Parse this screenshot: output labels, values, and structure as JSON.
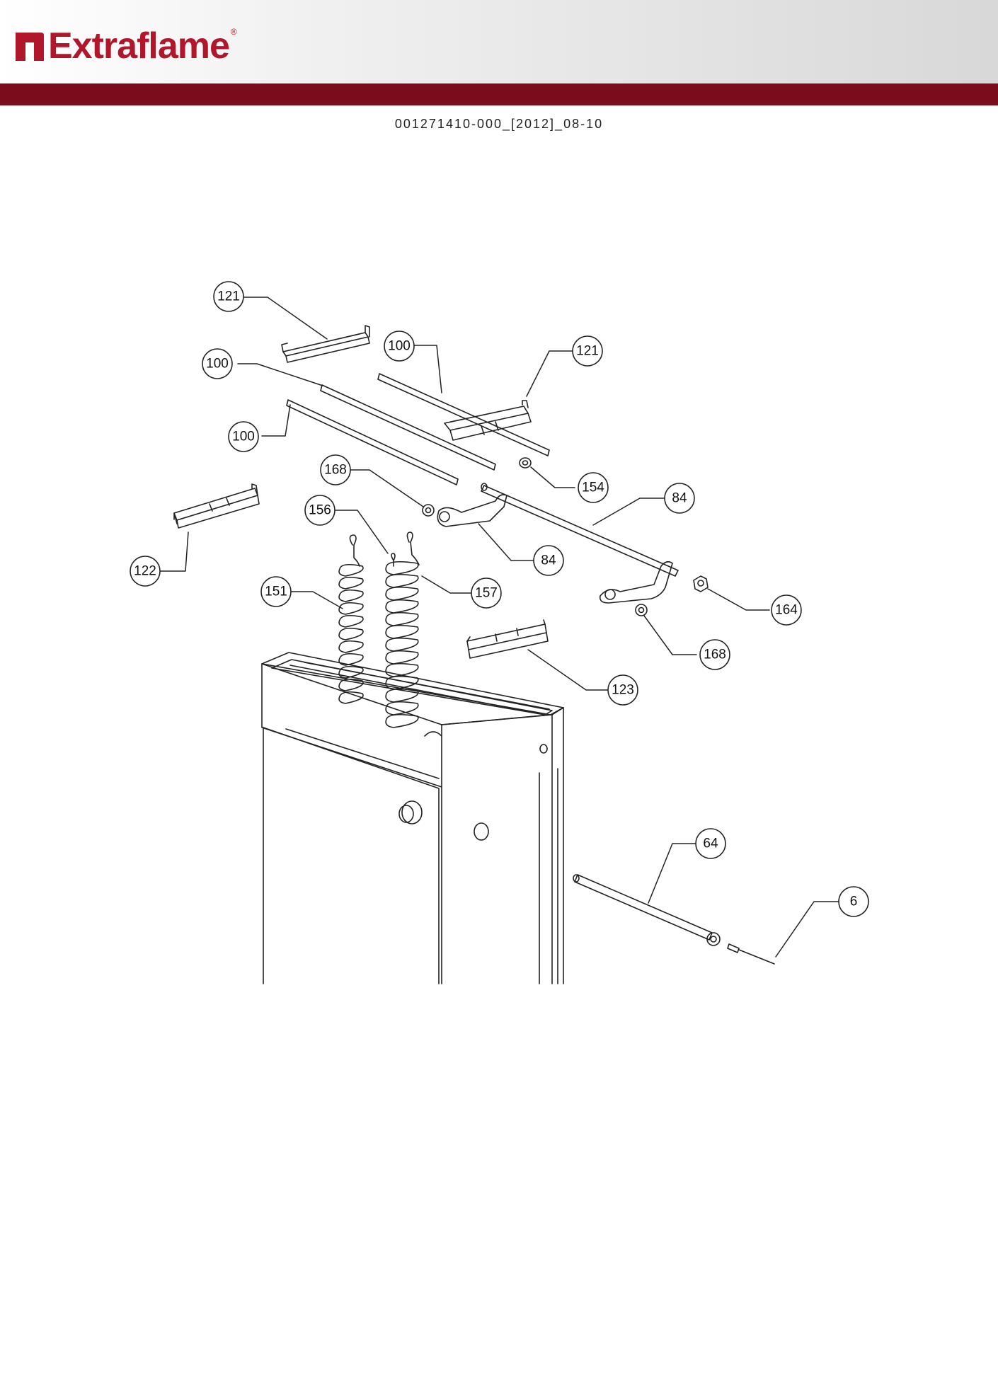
{
  "brand": {
    "name": "Extraflame",
    "registered_mark": "®",
    "accent_color": "#b0172a",
    "bar_color": "#7a0c1c"
  },
  "document": {
    "code": "001271410-000_[2012]_08-10"
  },
  "callouts": [
    {
      "id": "c121a",
      "label": "121"
    },
    {
      "id": "c100a",
      "label": "100"
    },
    {
      "id": "c100b",
      "label": "100"
    },
    {
      "id": "c121b",
      "label": "121"
    },
    {
      "id": "c100c",
      "label": "100"
    },
    {
      "id": "c168a",
      "label": "168"
    },
    {
      "id": "c154",
      "label": "154"
    },
    {
      "id": "c84a",
      "label": "84"
    },
    {
      "id": "c156",
      "label": "156"
    },
    {
      "id": "c84b",
      "label": "84"
    },
    {
      "id": "c122",
      "label": "122"
    },
    {
      "id": "c157",
      "label": "157"
    },
    {
      "id": "c151",
      "label": "151"
    },
    {
      "id": "c164",
      "label": "164"
    },
    {
      "id": "c168b",
      "label": "168"
    },
    {
      "id": "c123",
      "label": "123"
    },
    {
      "id": "c64",
      "label": "64"
    },
    {
      "id": "c6",
      "label": "6"
    }
  ]
}
